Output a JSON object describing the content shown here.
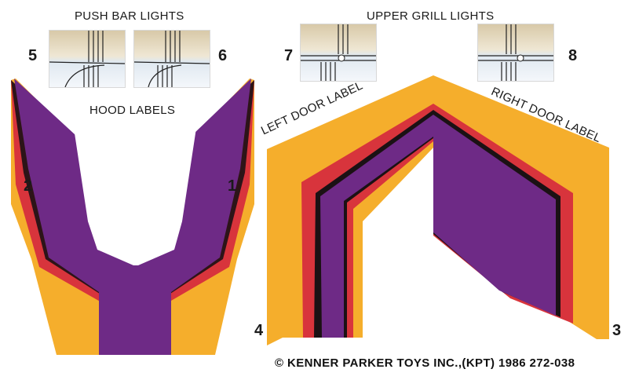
{
  "labels": {
    "push_bar": "PUSH BAR LIGHTS",
    "upper_grill": "UPPER GRILL LIGHTS",
    "hood": "HOOD LABELS",
    "left_door": "LEFT DOOR LABEL",
    "right_door": "RIGHT DOOR LABEL"
  },
  "numbers": {
    "n1": "1",
    "n2": "2",
    "n3": "3",
    "n4": "4",
    "n5": "5",
    "n6": "6",
    "n7": "7",
    "n8": "8"
  },
  "copyright": "© KENNER PARKER TOYS INC.,(KPT) 1986 272-038",
  "colors": {
    "orange": "#f5ae2c",
    "red": "#d8343c",
    "purple": "#6e2a86",
    "black": "#1b1114"
  }
}
